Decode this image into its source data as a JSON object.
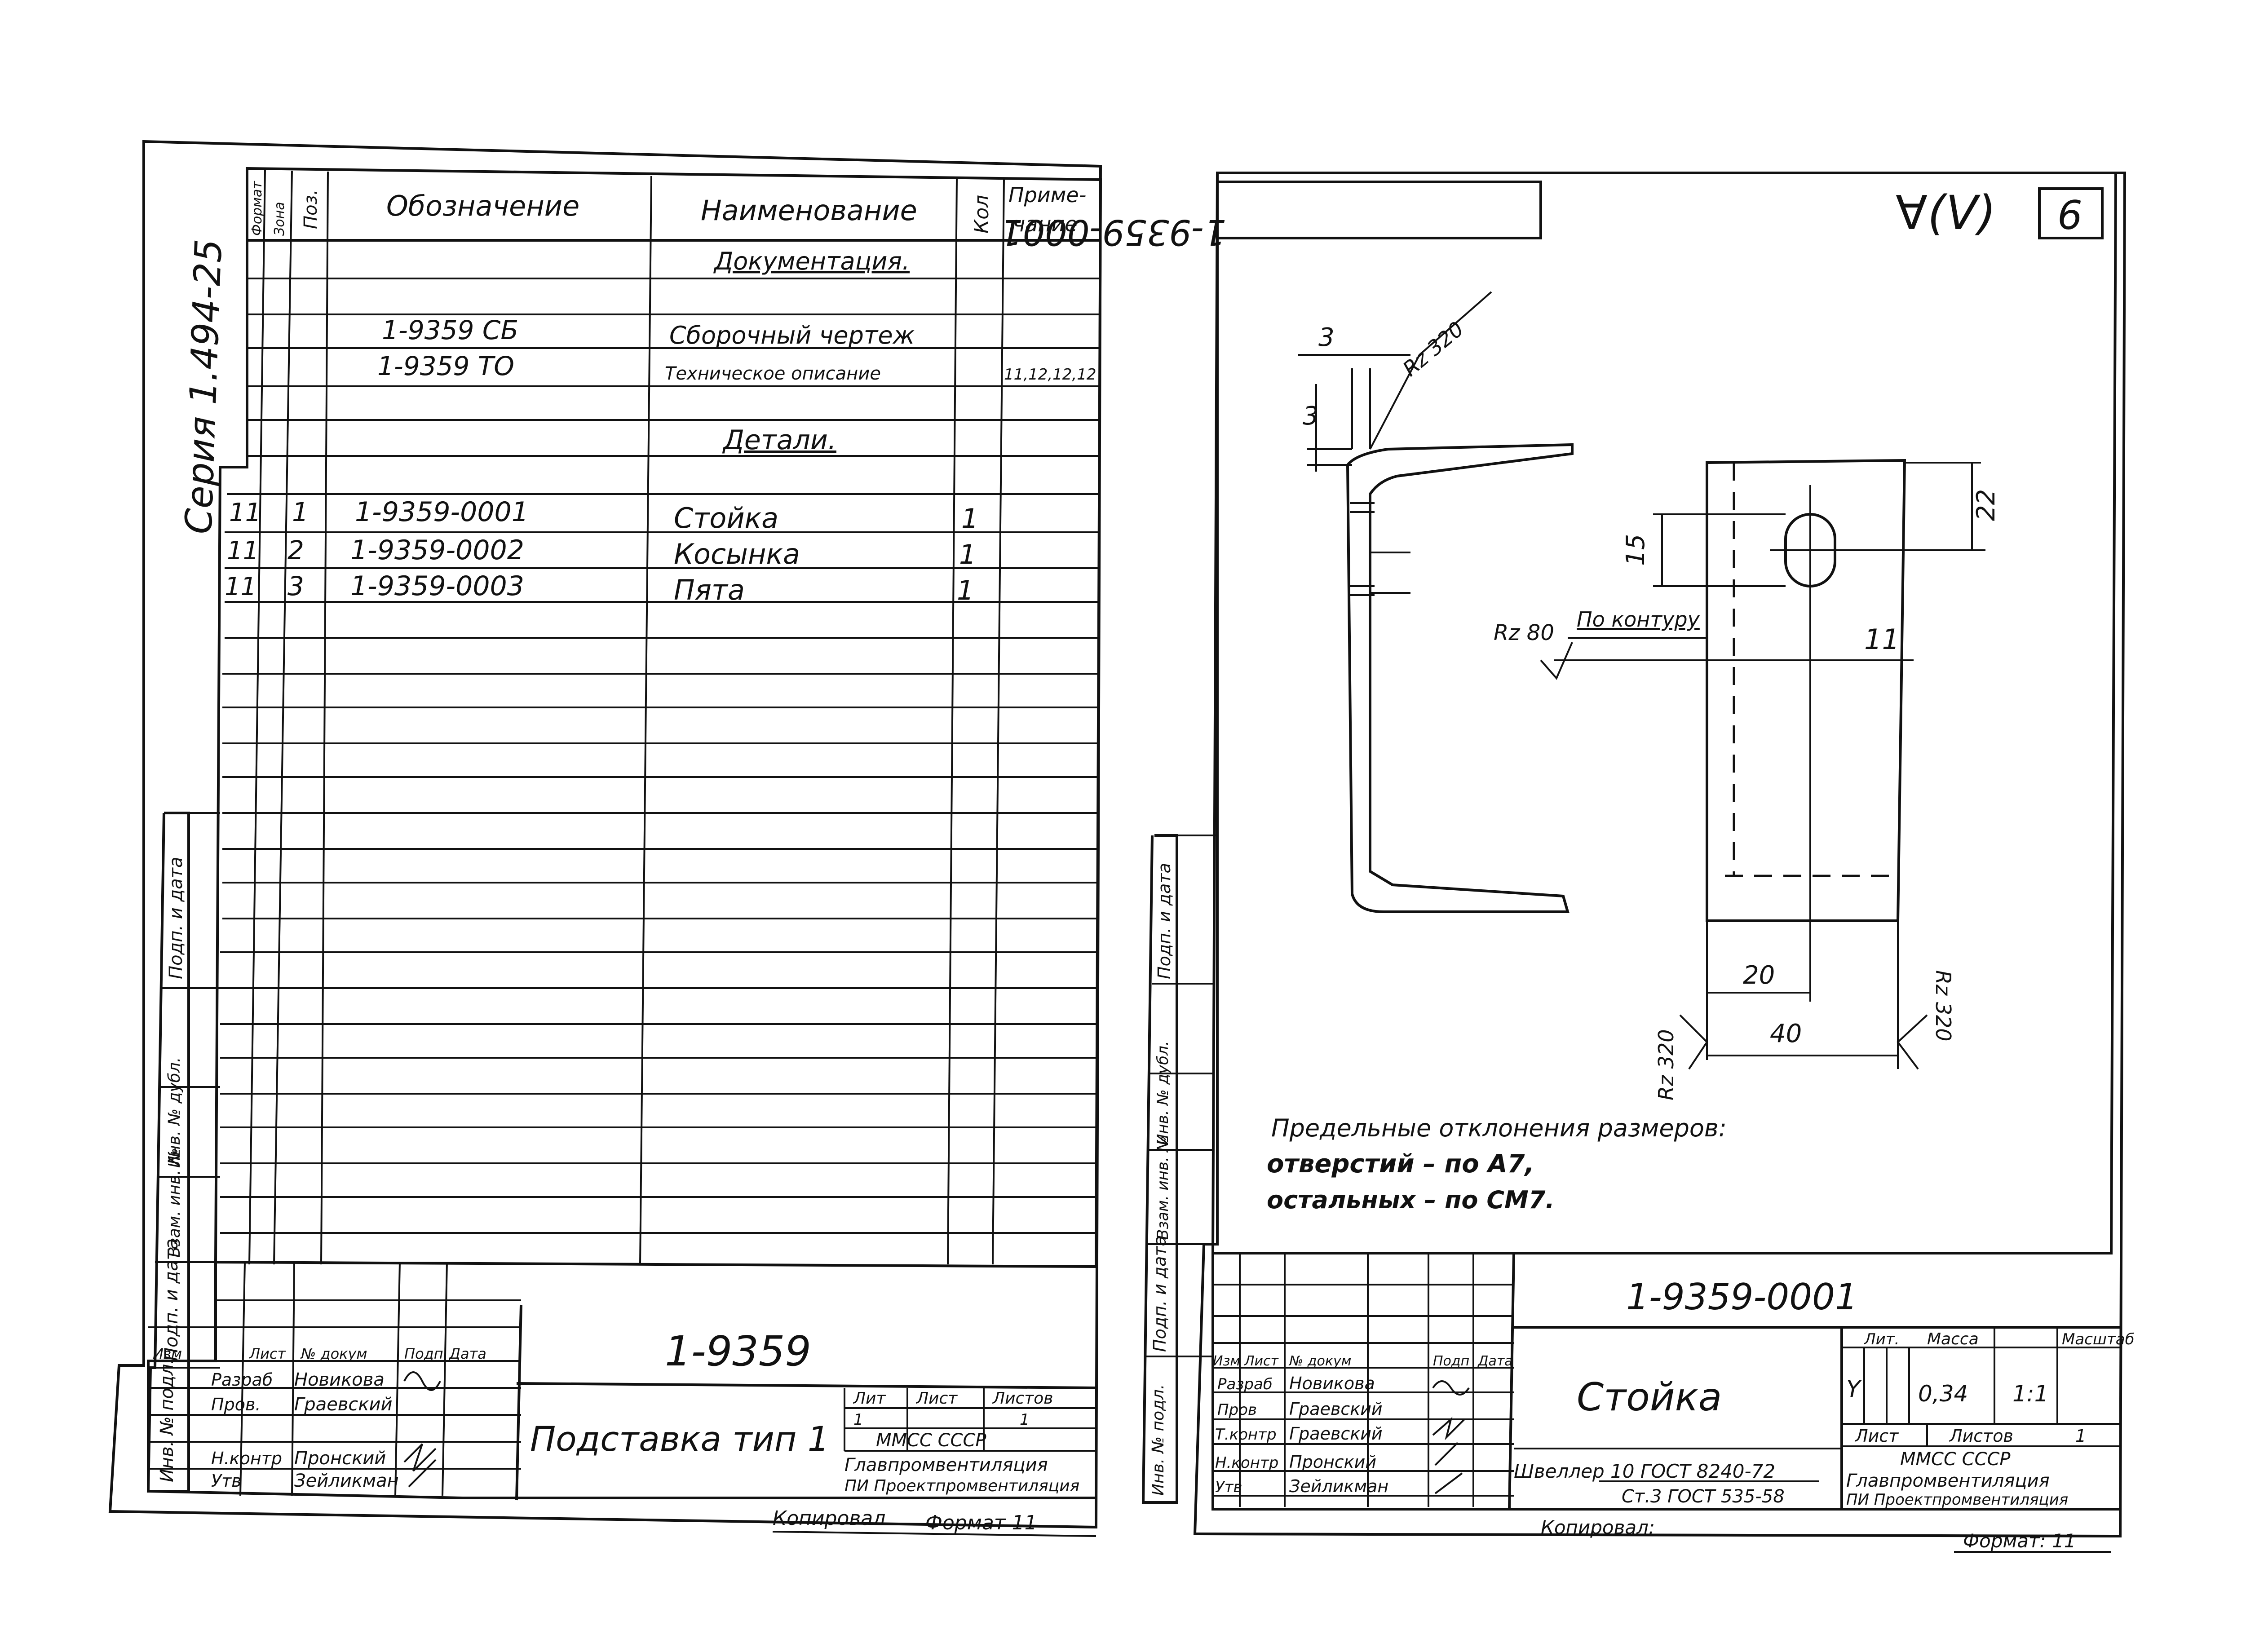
{
  "left_sheet": {
    "series_label": "Серия 1.494-25",
    "table_headers": {
      "format": "Формат",
      "zone": "Зона",
      "position": "Поз.",
      "designation": "Обозначение",
      "name": "Наименование",
      "quantity": "Кол",
      "note_1": "Приме-",
      "note_2": "чание"
    },
    "section_documentation": "Документация.",
    "documents": [
      {
        "designation": "1-9359 СБ",
        "name": "Сборочный чертеж",
        "note": ""
      },
      {
        "designation": "1-9359 ТО",
        "name": "Техническое описание",
        "note": "11,12,12,12"
      }
    ],
    "section_details": "Детали.",
    "details": [
      {
        "format": "11",
        "position": "1",
        "designation": "1-9359-0001",
        "name": "Стойка",
        "quantity": "1"
      },
      {
        "format": "11",
        "position": "2",
        "designation": "1-9359-0002",
        "name": "Косынка",
        "quantity": "1"
      },
      {
        "format": "11",
        "position": "3",
        "designation": "1-9359-0003",
        "name": "Пята",
        "quantity": "1"
      }
    ],
    "side_stamps": [
      "Подп. и дата",
      "Взам. инв. №",
      "Инв. № дубл.",
      "Подп. и дата",
      "Инв. № подл."
    ],
    "title_block": {
      "doc_number": "1-9359",
      "title": "Подставка тип 1",
      "col_headers": [
        "Изм",
        "Лист",
        "№ докум",
        "Подп",
        "Дата"
      ],
      "roles": [
        {
          "role": "Разраб",
          "name": "Новикова"
        },
        {
          "role": "Пров.",
          "name": "Граевский"
        },
        {
          "role": "Н.контр",
          "name": "Пронский"
        },
        {
          "role": "Утв",
          "name": "Зейликман"
        }
      ],
      "lit_header": "Лит",
      "sheet_header": "Лист",
      "sheets_header": "Листов",
      "sheet_value": "1",
      "sheets_value": "1",
      "org_line1": "ММСС   СССР",
      "org_line2": "Главпромвентиляция",
      "org_line3": "ПИ Проектпромвентиляция"
    },
    "copied_by": "Копировал",
    "format": "Формат 11"
  },
  "right_sheet": {
    "top_designation": "1-9359-0001",
    "roughness_symbol": "∀(V)",
    "sheet_number": "6",
    "dimensions": {
      "d3_horizontal": "3",
      "d3_vertical": "3",
      "rz_top": "Rz 320",
      "d22": "22",
      "d15": "15",
      "contour_rz": "Rz 80",
      "contour_label": "По контуру",
      "d11": "11",
      "d20": "20",
      "d40": "40",
      "rz_left": "Rz 320",
      "rz_right": "Rz 320"
    },
    "notes": [
      "Предельные отклонения размеров:",
      "отверстий – по А7,",
      "остальных – по СМ7."
    ],
    "side_stamps": [
      "Подп. и дата",
      "Взам. инв. №",
      "Инв. № дубл.",
      "Подп. и дата",
      "Инв. № подл."
    ],
    "title_block": {
      "doc_number": "1-9359-0001",
      "title": "Стойка",
      "col_headers": [
        "Изм",
        "Лист",
        "№ докум",
        "Подп",
        "Дата"
      ],
      "roles": [
        {
          "role": "Разраб",
          "name": "Новикова"
        },
        {
          "role": "Пров",
          "name": "Граевский"
        },
        {
          "role": "Т.контр",
          "name": "Граевский"
        },
        {
          "role": "Н.контр",
          "name": "Пронский"
        },
        {
          "role": "Утв",
          "name": "Зейликман"
        }
      ],
      "lit_header": "Лит.",
      "mass_header": "Масса",
      "scale_header": "Масштаб",
      "lit_value": "Y",
      "mass_value": "0,34",
      "scale_value": "1:1",
      "sheet_header": "Лист",
      "sheets_header": "Листов",
      "sheets_value": "1",
      "material_line1": "Швеллер 10 ГОСТ 8240-72",
      "material_line2": "Ст.3 ГОСТ 535-58",
      "org_line1": "ММСС   СССР",
      "org_line2": "Главпромвентиляция",
      "org_line3": "ПИ Проектпромвентиляция"
    },
    "copied_by": "Копировал:",
    "format": "Формат: 11"
  }
}
